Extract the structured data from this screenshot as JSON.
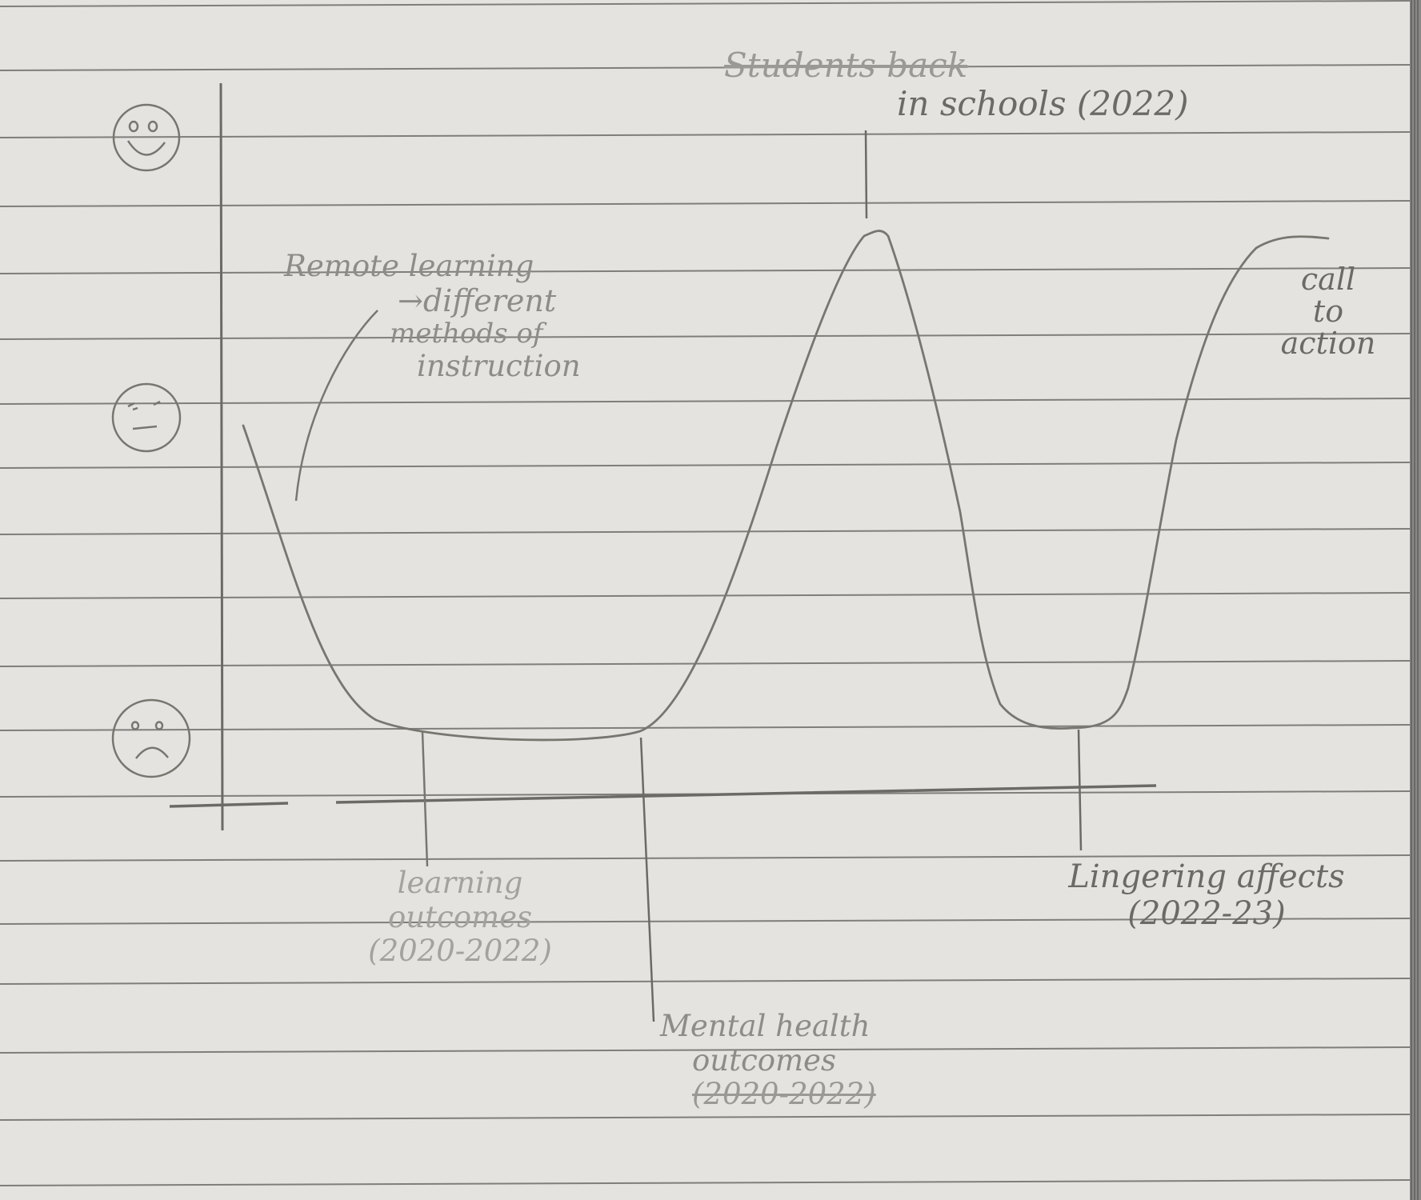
{
  "diagram": {
    "y_axis_icons": [
      "happy-face-icon",
      "neutral-face-icon",
      "sad-face-icon"
    ],
    "annotations": {
      "peak": {
        "lines": [
          "Students back",
          "in schools (2022)"
        ]
      },
      "remote": {
        "lines": [
          "Remote learning",
          "→different",
          "methods of",
          "instruction"
        ]
      },
      "call": {
        "lines": [
          "call",
          "to",
          "action"
        ]
      },
      "learning": {
        "lines": [
          "learning",
          "outcomes",
          "(2020-2022)"
        ]
      },
      "mental": {
        "lines": [
          "Mental health",
          "outcomes",
          "(2020-2022)"
        ]
      },
      "lingering": {
        "lines": [
          "Lingering affects",
          "(2022-23)"
        ]
      }
    }
  },
  "colors": {
    "paper": "#e4e3e0",
    "rule": "#7f7e7b",
    "pencil": "#77766f"
  }
}
